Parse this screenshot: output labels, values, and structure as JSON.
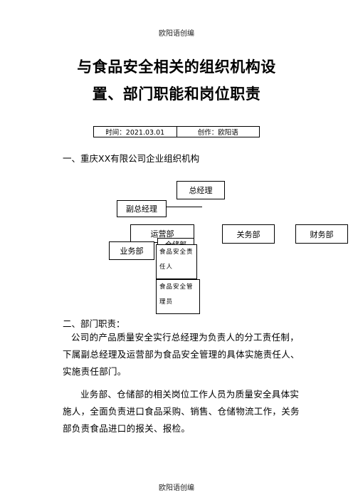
{
  "header": {
    "text": "欧阳语创编"
  },
  "footer": {
    "text": "欧阳语创编"
  },
  "title": {
    "line1": "与食品安全相关的组织机构设",
    "line2": "置、部门职能和岗位职责"
  },
  "info": {
    "time": "时间：2021.03.01",
    "author": "创作：欧阳语"
  },
  "section1": {
    "heading": "一、重庆XX有限公司企业组织机构"
  },
  "org_chart": {
    "gm": "总经理",
    "deputy": "副总经理",
    "ops": "运营部",
    "customs": "关务部",
    "finance": "财务部",
    "sales": "业务部",
    "warehouse": "仓储部",
    "food_safety_resp_line1": "食品安全责",
    "food_safety_resp_line2": "任人",
    "food_safety_mgr_line1": "食品安全管",
    "food_safety_mgr_line2": "理员"
  },
  "section2": {
    "heading": "二、部门职责：",
    "para1": "公司的产品质量安全实行总经理为负责人的分工责任制，下属副总经理及运营部为食品安全管理的具体实施责任人、实施责任部门。",
    "para2": "业务部、仓储部的相关岗位工作人员为质量安全具体实施人，全面负责进口食品采购、销售、仓储物流工作，关务部负责食品进口的报关、报检。"
  }
}
